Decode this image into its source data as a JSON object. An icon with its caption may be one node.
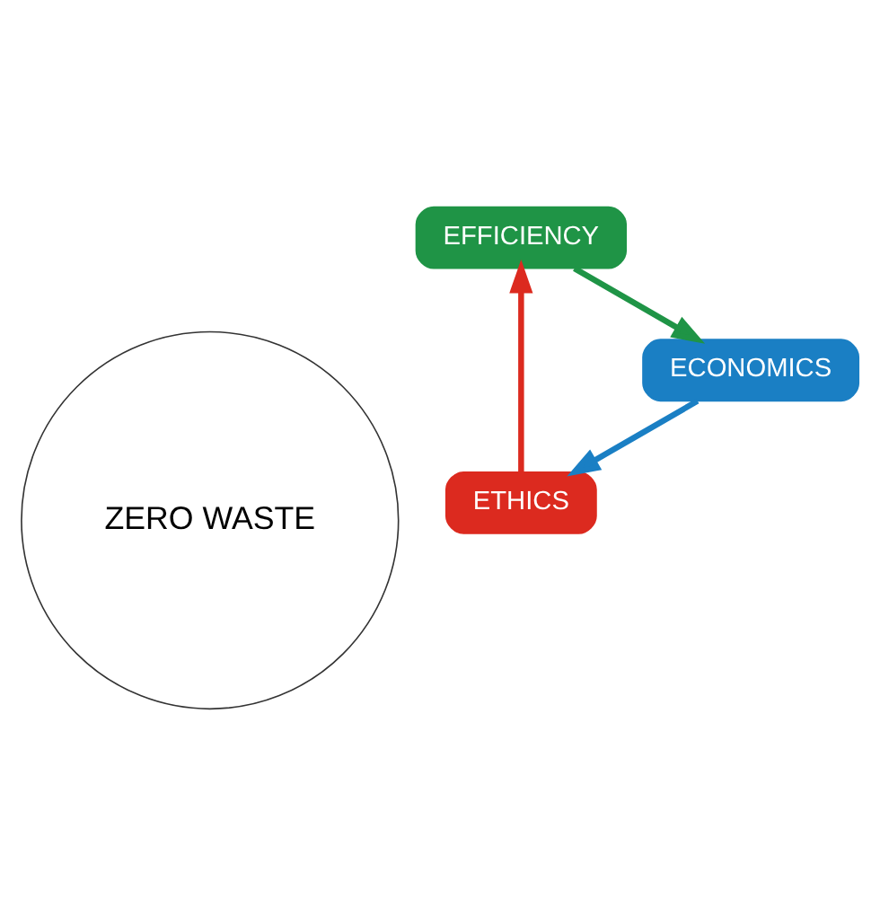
{
  "diagram": {
    "nodes": [
      {
        "text": [
          "ZERO WASTE"
        ]
      },
      {
        "text": [
          "ETHICS"
        ]
      },
      {
        "text": [
          "EFFICIENCY"
        ]
      },
      {
        "text": [
          "ECONOMICS"
        ]
      }
    ],
    "edges": [
      {
        "from": 1,
        "to": 2,
        "arrow": "to",
        "color": "#dc2a1f"
      },
      {
        "from": 2,
        "to": 3,
        "arrow": "to",
        "color": "#1f9446"
      },
      {
        "from": 3,
        "to": 1,
        "arrow": "to",
        "color": "#1a7fc4"
      }
    ]
  }
}
